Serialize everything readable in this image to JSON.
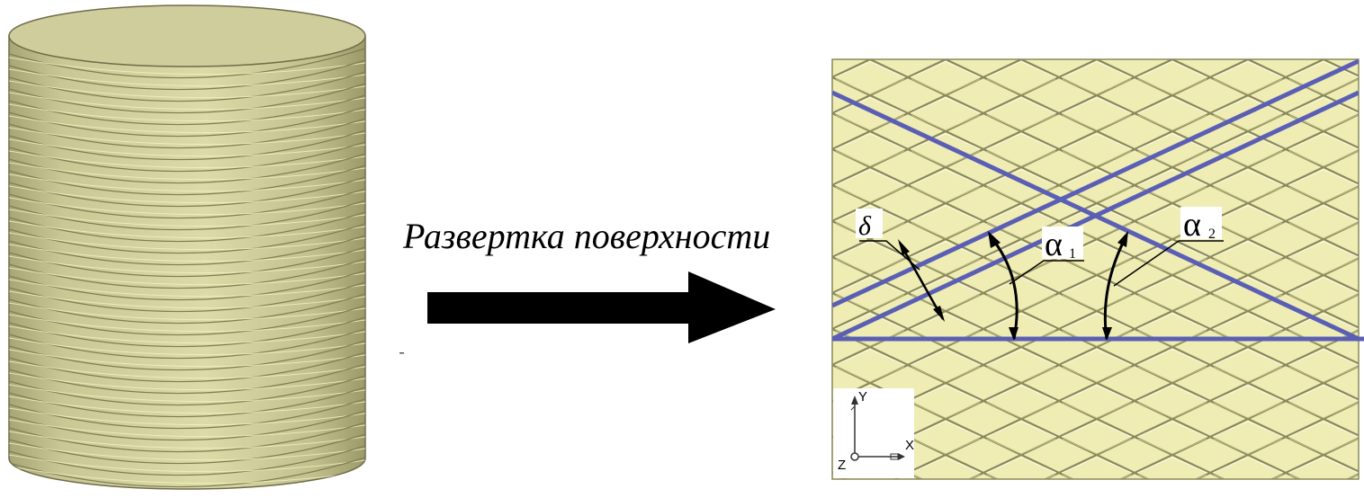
{
  "caption": "Развертка поверхности",
  "labels": {
    "delta": "δ",
    "alpha1": "α",
    "alpha1_sub": "1",
    "alpha2": "α",
    "alpha2_sub": "2"
  },
  "axes": {
    "x": "X",
    "y": "Y",
    "z": "Z"
  },
  "colors": {
    "surface": "#efedb4",
    "surface_shade": "#bdbb84",
    "groove": "#8a8858",
    "cylinder_top": "#cfcd9b",
    "blue_line": "#5a5fb5",
    "arrow": "#000000"
  }
}
